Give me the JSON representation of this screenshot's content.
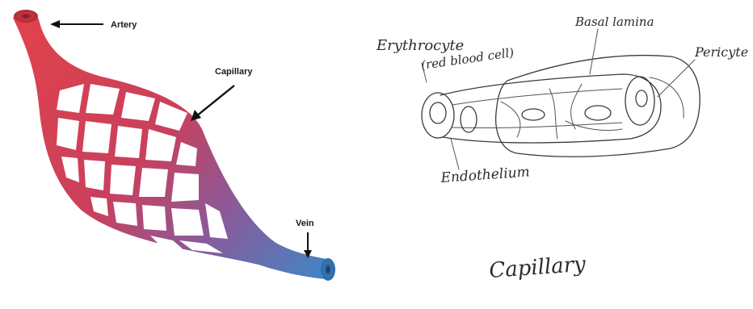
{
  "left_diagram": {
    "labels": {
      "artery": "Artery",
      "capillary": "Capillary",
      "vein": "Vein"
    },
    "colors": {
      "artery_red": "#e0424b",
      "vein_blue": "#3f86c6",
      "mid_purple": "#8a5a9a"
    }
  },
  "right_sketch": {
    "labels": {
      "erythrocyte_line1": "Erythrocyte",
      "erythrocyte_line2": "(red blood cell)",
      "basal_lamina": "Basal lamina",
      "pericyte": "Pericyte",
      "endothelium": "Endothelium",
      "caption": "Capillary"
    }
  }
}
